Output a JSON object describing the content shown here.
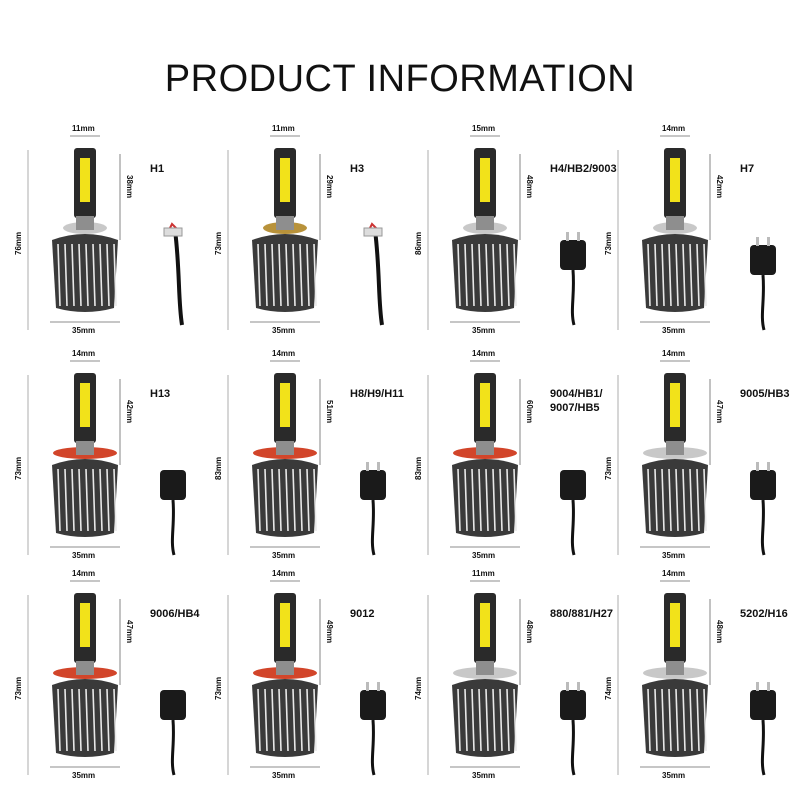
{
  "title": "PRODUCT INFORMATION",
  "bulbs": [
    {
      "name": "H1",
      "top": "11mm",
      "tip": "38mm",
      "height": "76mm",
      "base": "35mm",
      "connector": "wire"
    },
    {
      "name": "H3",
      "top": "11mm",
      "tip": "29mm",
      "height": "73mm",
      "base": "35mm",
      "connector": "wire"
    },
    {
      "name": "H4/HB2/9003",
      "top": "15mm",
      "tip": "48mm",
      "height": "86mm",
      "base": "35mm",
      "connector": "plug3"
    },
    {
      "name": "H7",
      "top": "14mm",
      "tip": "42mm",
      "height": "73mm",
      "base": "35mm",
      "connector": "plug2"
    },
    {
      "name": "H13",
      "top": "14mm",
      "tip": "42mm",
      "height": "73mm",
      "base": "35mm",
      "connector": "socket"
    },
    {
      "name": "H8/H9/H11",
      "top": "14mm",
      "tip": "51mm",
      "height": "83mm",
      "base": "35mm",
      "connector": "plug2"
    },
    {
      "name": "9004/HB1/\n9007/HB5",
      "top": "14mm",
      "tip": "60mm",
      "height": "83mm",
      "base": "35mm",
      "connector": "socket"
    },
    {
      "name": "9005/HB3",
      "top": "14mm",
      "tip": "47mm",
      "height": "73mm",
      "base": "35mm",
      "connector": "plug2"
    },
    {
      "name": "9006/HB4",
      "top": "14mm",
      "tip": "47mm",
      "height": "73mm",
      "base": "35mm",
      "connector": "socket"
    },
    {
      "name": "9012",
      "top": "14mm",
      "tip": "49mm",
      "height": "73mm",
      "base": "35mm",
      "connector": "plug2"
    },
    {
      "name": "880/881/H27",
      "top": "11mm",
      "tip": "48mm",
      "height": "74mm",
      "base": "35mm",
      "connector": "plug2"
    },
    {
      "name": "5202/H16",
      "top": "14mm",
      "tip": "48mm",
      "height": "74mm",
      "base": "35mm",
      "connector": "plug2"
    }
  ]
}
